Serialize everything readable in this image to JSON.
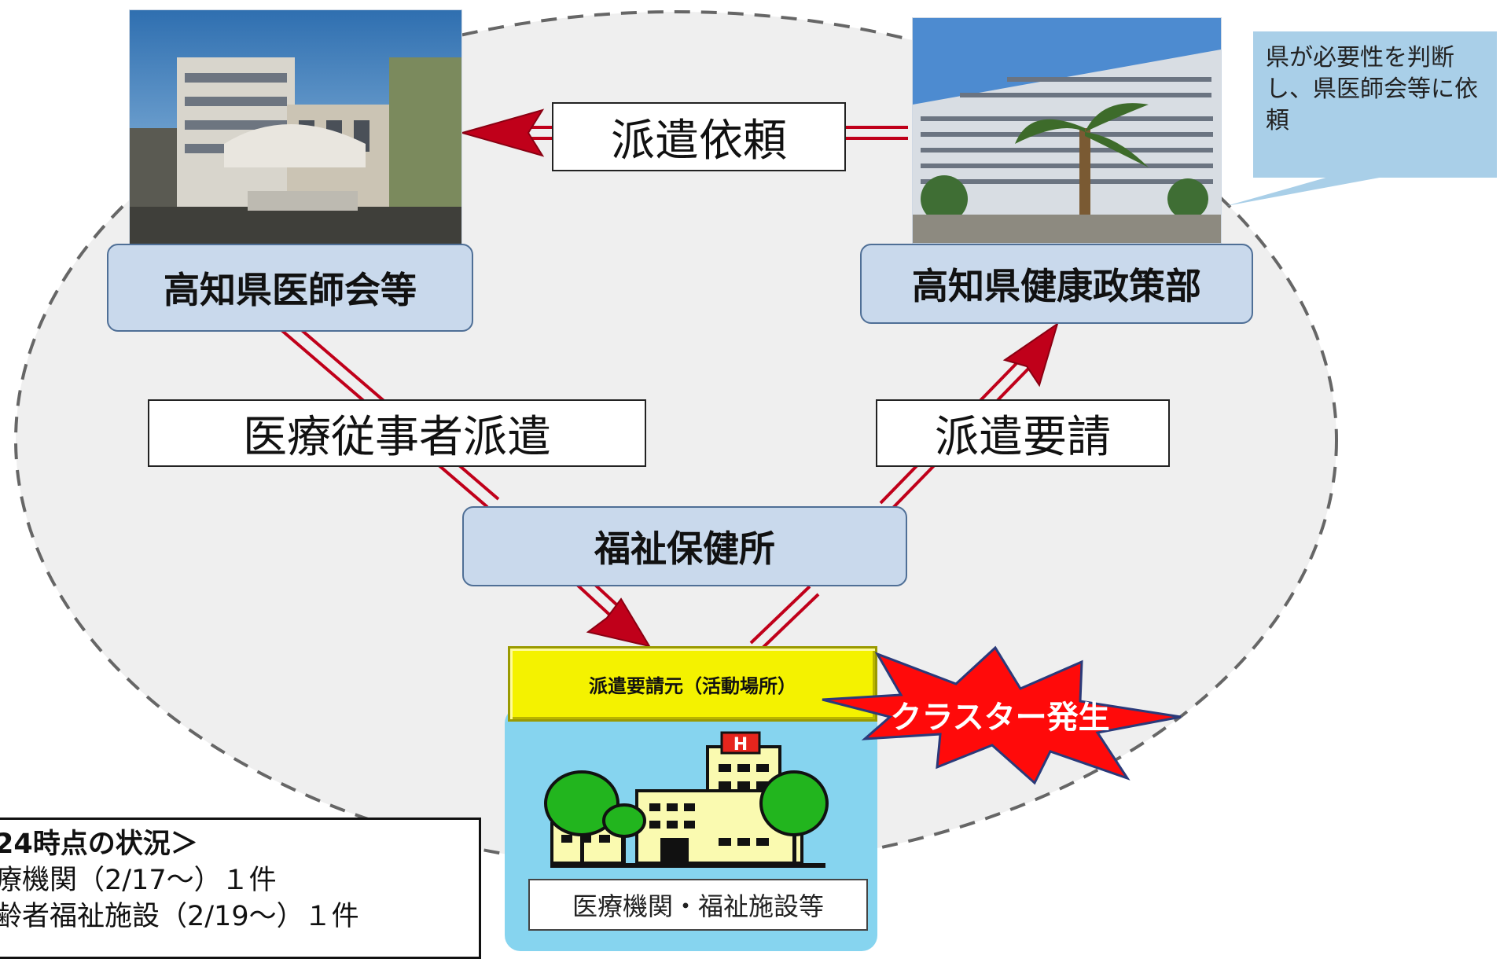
{
  "nodes": {
    "medical_association": "高知県医師会等",
    "health_policy_dept": "高知県健康政策部",
    "health_center": "福祉保健所"
  },
  "edges": {
    "dispatch_request": "派遣依頼",
    "staff_dispatch": "医療従事者派遣",
    "dispatch_demand": "派遣要請"
  },
  "callout": {
    "text": "県が必要性を判断し、県医師会等に依頼"
  },
  "requester": {
    "origin_label": "派遣要請元（活動場所）",
    "facility_label": "医療機関・福祉施設等",
    "hospital_sign": "H"
  },
  "cluster": {
    "label": "クラスター発生"
  },
  "status": {
    "title": "24時点の状況＞",
    "lines": [
      "療機関（2/17～）１件",
      "齢者福祉施設（2/19～）１件"
    ]
  },
  "colors": {
    "arrow": "#c0001a",
    "node_fill": "#c9d9ec",
    "node_border": "#4f6f96",
    "ellipse_fill": "#efefef",
    "facility_panel": "#86d4ef",
    "origin_bar": "#f4f200",
    "burst": "#ff0a0a",
    "tree": "#22b51e",
    "callout": "#a9cfe8"
  }
}
